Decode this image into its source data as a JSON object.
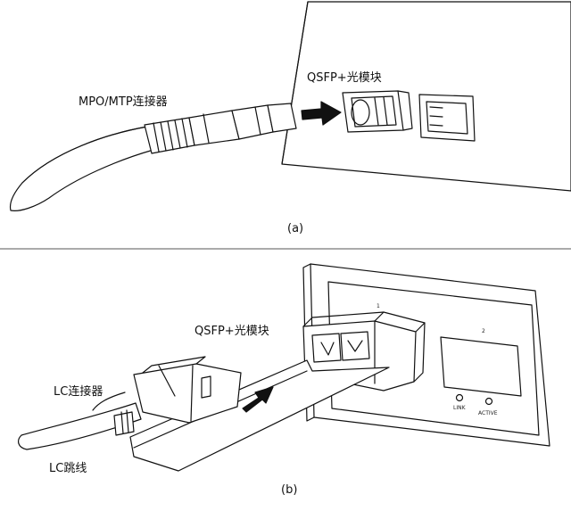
{
  "panel_a": {
    "connector_label": "MPO/MTP连接器",
    "module_label": "QSFP+光模块",
    "caption": "(a)"
  },
  "panel_b": {
    "module_label": "QSFP+光模块",
    "connector_label": "LC连接器",
    "patch_cord_label": "LC跳线",
    "port_label_link": "LINK",
    "port_label_active": "ACTIVE",
    "port_number_1": "1",
    "port_number_2": "2",
    "caption": "(b)"
  },
  "colors": {
    "line": "#111111",
    "divider": "#555555",
    "arrow": "#111111"
  }
}
